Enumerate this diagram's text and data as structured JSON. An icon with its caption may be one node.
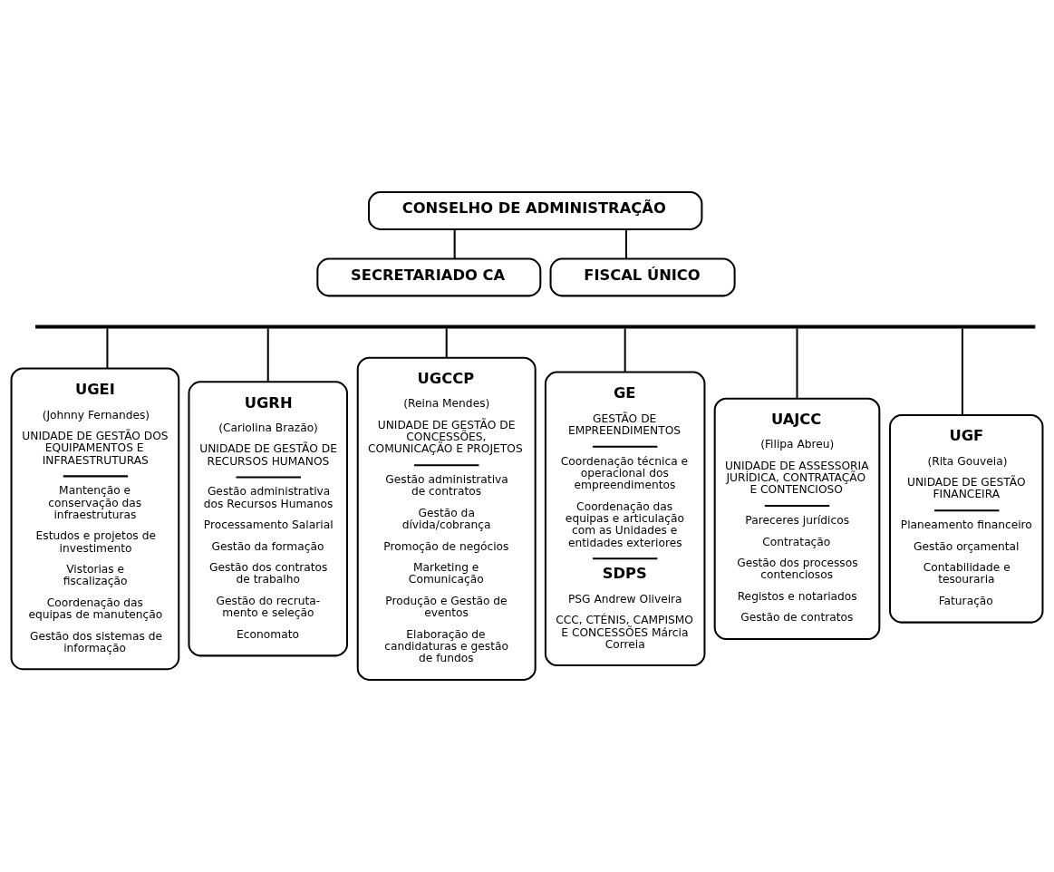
{
  "diagram": {
    "nodes": [
      {
        "text": [
          "CONSELHO DE ADMINISTRAÇÃO"
        ]
      },
      {
        "text": [
          "SECRETARIADO CA"
        ]
      },
      {
        "text": [
          "FISCAL ÚNICO"
        ]
      },
      {
        "text": [],
        "shape": "bar"
      },
      {
        "text": [
          "UGEI",
          "(Johnny Fernandes)",
          "UNIDADE DE GESTÃO DOS EQUIPAMENTOS E INFRAESTRUTURAS",
          "Mantenção e conservação das infraestruturas",
          "Estudos e projetos de investimento",
          "Vistorias e fiscalização",
          "Coordenação das equipas de manutenção",
          "Gestão dos sistemas de informação"
        ]
      },
      {
        "text": [
          "UGRH",
          "(Cariolina Brazão)",
          "UNIDADE DE GESTÃO DE RECURSOS HUMANOS",
          "Gestão administrativa dos Recursos Humanos",
          "Processamento Salarial",
          "Gestão da formação",
          "Gestão dos contratos de trabalho",
          "Gestão do recruta- mento e seleção",
          "Economato"
        ]
      },
      {
        "text": [
          "UGCCP",
          "(Reina Mendes)",
          "UNIDADE DE GESTÃO DE CONCESSÕES, COMUNICAÇÃO E PROJETOS",
          "Gestão administrativa de contratos",
          "Gestão da dívida/cobrança",
          "Promoção de negócios",
          "Marketing e Comunicação",
          "Produção e Gestão de eventos",
          "Elaboração de candidaturas e gestão de fundos"
        ]
      },
      {
        "text": [
          "GE",
          "GESTÃO DE EMPREENDIMENTOS",
          "Coordenação técnica e operacional dos empreendimentos",
          "Coordenação das equipas e articulação com as Unidades e entidades exteriores",
          "SDPS",
          "PSG Andrew Oliveira",
          "CCC, CTÉNIS, CAMPISMO E CONCESSÕES Márcia Correia"
        ]
      },
      {
        "text": [
          "UAJCC",
          "(Filipa Abreu)",
          "UNIDADE DE ASSESSORIA JURÍDICA, CONTRATAÇÃO E CONTENCIOSO",
          "Pareceres jurídicos",
          "Contratação",
          "Gestão dos processos contenciosos",
          "Registos e notariados",
          "Gestão de contratos"
        ]
      },
      {
        "text": [
          "UGF",
          "(Rita Gouveia)",
          "UNIDADE DE GESTÃO FINANCEIRA",
          "Planeamento financeiro",
          "Gestão orçamental",
          "Contabilidade e tesouraria",
          "Faturação"
        ]
      }
    ],
    "edges": [
      {
        "from": 0,
        "to": 1,
        "arrow": "none"
      },
      {
        "from": 0,
        "to": 2,
        "arrow": "none"
      },
      {
        "from": 3,
        "to": 4,
        "arrow": "none"
      },
      {
        "from": 3,
        "to": 5,
        "arrow": "none"
      },
      {
        "from": 3,
        "to": 6,
        "arrow": "none"
      },
      {
        "from": 3,
        "to": 7,
        "arrow": "none"
      },
      {
        "from": 3,
        "to": 8,
        "arrow": "none"
      },
      {
        "from": 3,
        "to": 9,
        "arrow": "none"
      }
    ]
  }
}
